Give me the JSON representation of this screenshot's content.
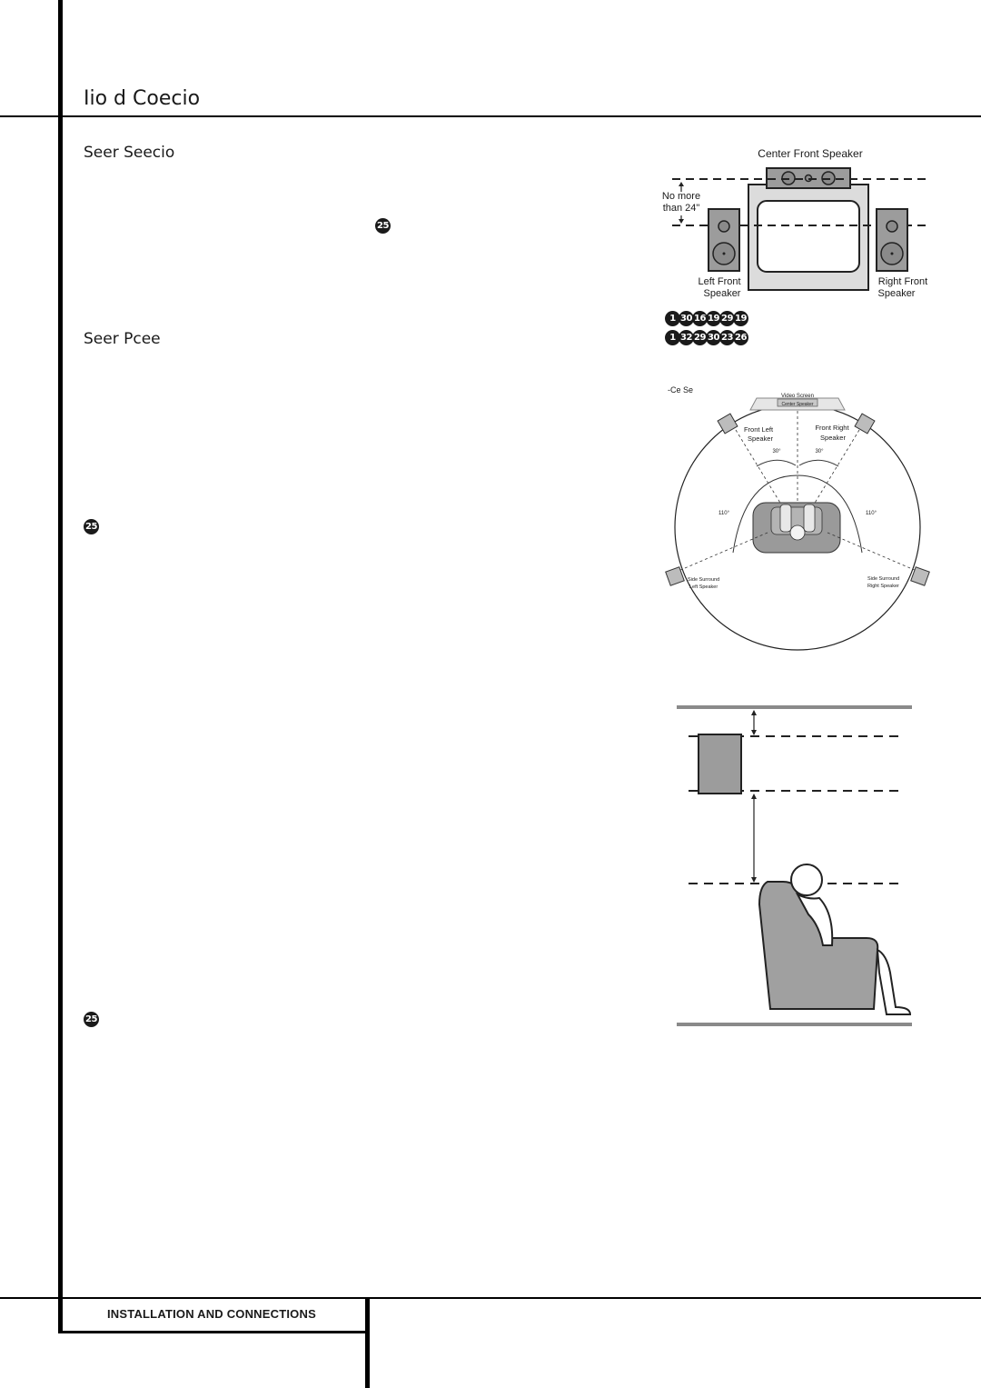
{
  "header": {
    "title": "Iio d Coecio"
  },
  "sections": [
    {
      "heading": "Seer Seecio"
    },
    {
      "heading": "Seer Pcee"
    }
  ],
  "reference_markers": {
    "marker": "25"
  },
  "figure_front": {
    "center_label": "Center Front Speaker",
    "distance_line1": "No more",
    "distance_line2": "than 24\"",
    "left_line1": "Left Front",
    "left_line2": "Speaker",
    "right_line1": "Right Front",
    "right_line2": "Speaker"
  },
  "circled_numbers": {
    "row1": [
      "1",
      "30",
      "16",
      "19",
      "29",
      "19"
    ],
    "row2": [
      "1",
      "32",
      "29",
      "30",
      "23",
      "26"
    ]
  },
  "figure_surround": {
    "caption": "-Ce Se",
    "video_screen": "Video Screen",
    "center_speaker": "Center Speaker",
    "front_left_line1": "Front Left",
    "front_left_line2": "Speaker",
    "front_right_line1": "Front Right",
    "front_right_line2": "Speaker",
    "angle_left": "30°",
    "angle_right": "30°",
    "side_angle_left": "110°",
    "side_angle_right": "110°",
    "surround_left_line1": "Side Surround",
    "surround_left_line2": "Left Speaker",
    "surround_right_line1": "Side Surround",
    "surround_right_line2": "Right Speaker"
  },
  "footer": {
    "label": "INSTALLATION AND CONNECTIONS"
  }
}
